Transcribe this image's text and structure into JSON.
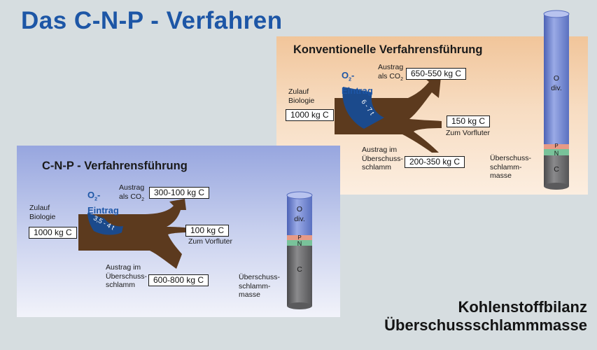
{
  "page_title": "Das C-N-P - Verfahren",
  "conventional": {
    "title": "Konventionelle Verfahrensführung",
    "zulauf_label_1": "Zulauf",
    "zulauf_label_2": "Biologie",
    "zulauf_value": "1000 kg C",
    "co2_label_1": "Austrag",
    "co2_label_2": "als CO",
    "co2_value": "650-550 kg C",
    "o2_label_1": "O",
    "o2_label_2": "Eintrag",
    "o2_amount": "6 - 7 t",
    "vorfluter_value": "150 kg C",
    "vorfluter_label": "Zum Vorfluter",
    "schlamm_label_1": "Austrag im",
    "schlamm_label_2": "Überschuss-",
    "schlamm_label_3": "schlamm",
    "schlamm_value": "200-350 kg C",
    "mass_label_1": "Überschuss-",
    "mass_label_2": "schlamm-",
    "mass_label_3": "masse",
    "column": {
      "o_label": "O",
      "div_label": "div.",
      "p_label": "P",
      "n_label": "N",
      "c_label": "C"
    }
  },
  "cnp": {
    "title": "C-N-P - Verfahrensführung",
    "zulauf_label_1": "Zulauf",
    "zulauf_label_2": "Biologie",
    "zulauf_value": "1000 kg C",
    "co2_label_1": "Austrag",
    "co2_label_2": "als CO",
    "co2_value": "300-100 kg C",
    "o2_label_1": "O",
    "o2_label_2": "Eintrag",
    "o2_amount": "3,5 - 4 t",
    "vorfluter_value": "100 kg C",
    "vorfluter_label": "Zum Vorfluter",
    "schlamm_label_1": "Austrag im",
    "schlamm_label_2": "Überschuss-",
    "schlamm_label_3": "schlamm",
    "schlamm_value": "600-800 kg C",
    "mass_label_1": "Überschuss-",
    "mass_label_2": "schlamm-",
    "mass_label_3": "masse",
    "column": {
      "o_label": "O",
      "div_label": "div.",
      "p_label": "P",
      "n_label": "N",
      "c_label": "C"
    }
  },
  "footer": {
    "line1": "Kohlenstoffbilanz",
    "line2": "Überschussschlammmasse"
  },
  "colors": {
    "title_blue": "#1d56a6",
    "flow_brown": "#5c3a1e",
    "o2_blue": "#1b4a8c",
    "column_blue": "#6f85cf",
    "column_pink": "#e79a86",
    "column_green": "#79c29a",
    "column_gray": "#6e6e70"
  },
  "sub_two": "2"
}
